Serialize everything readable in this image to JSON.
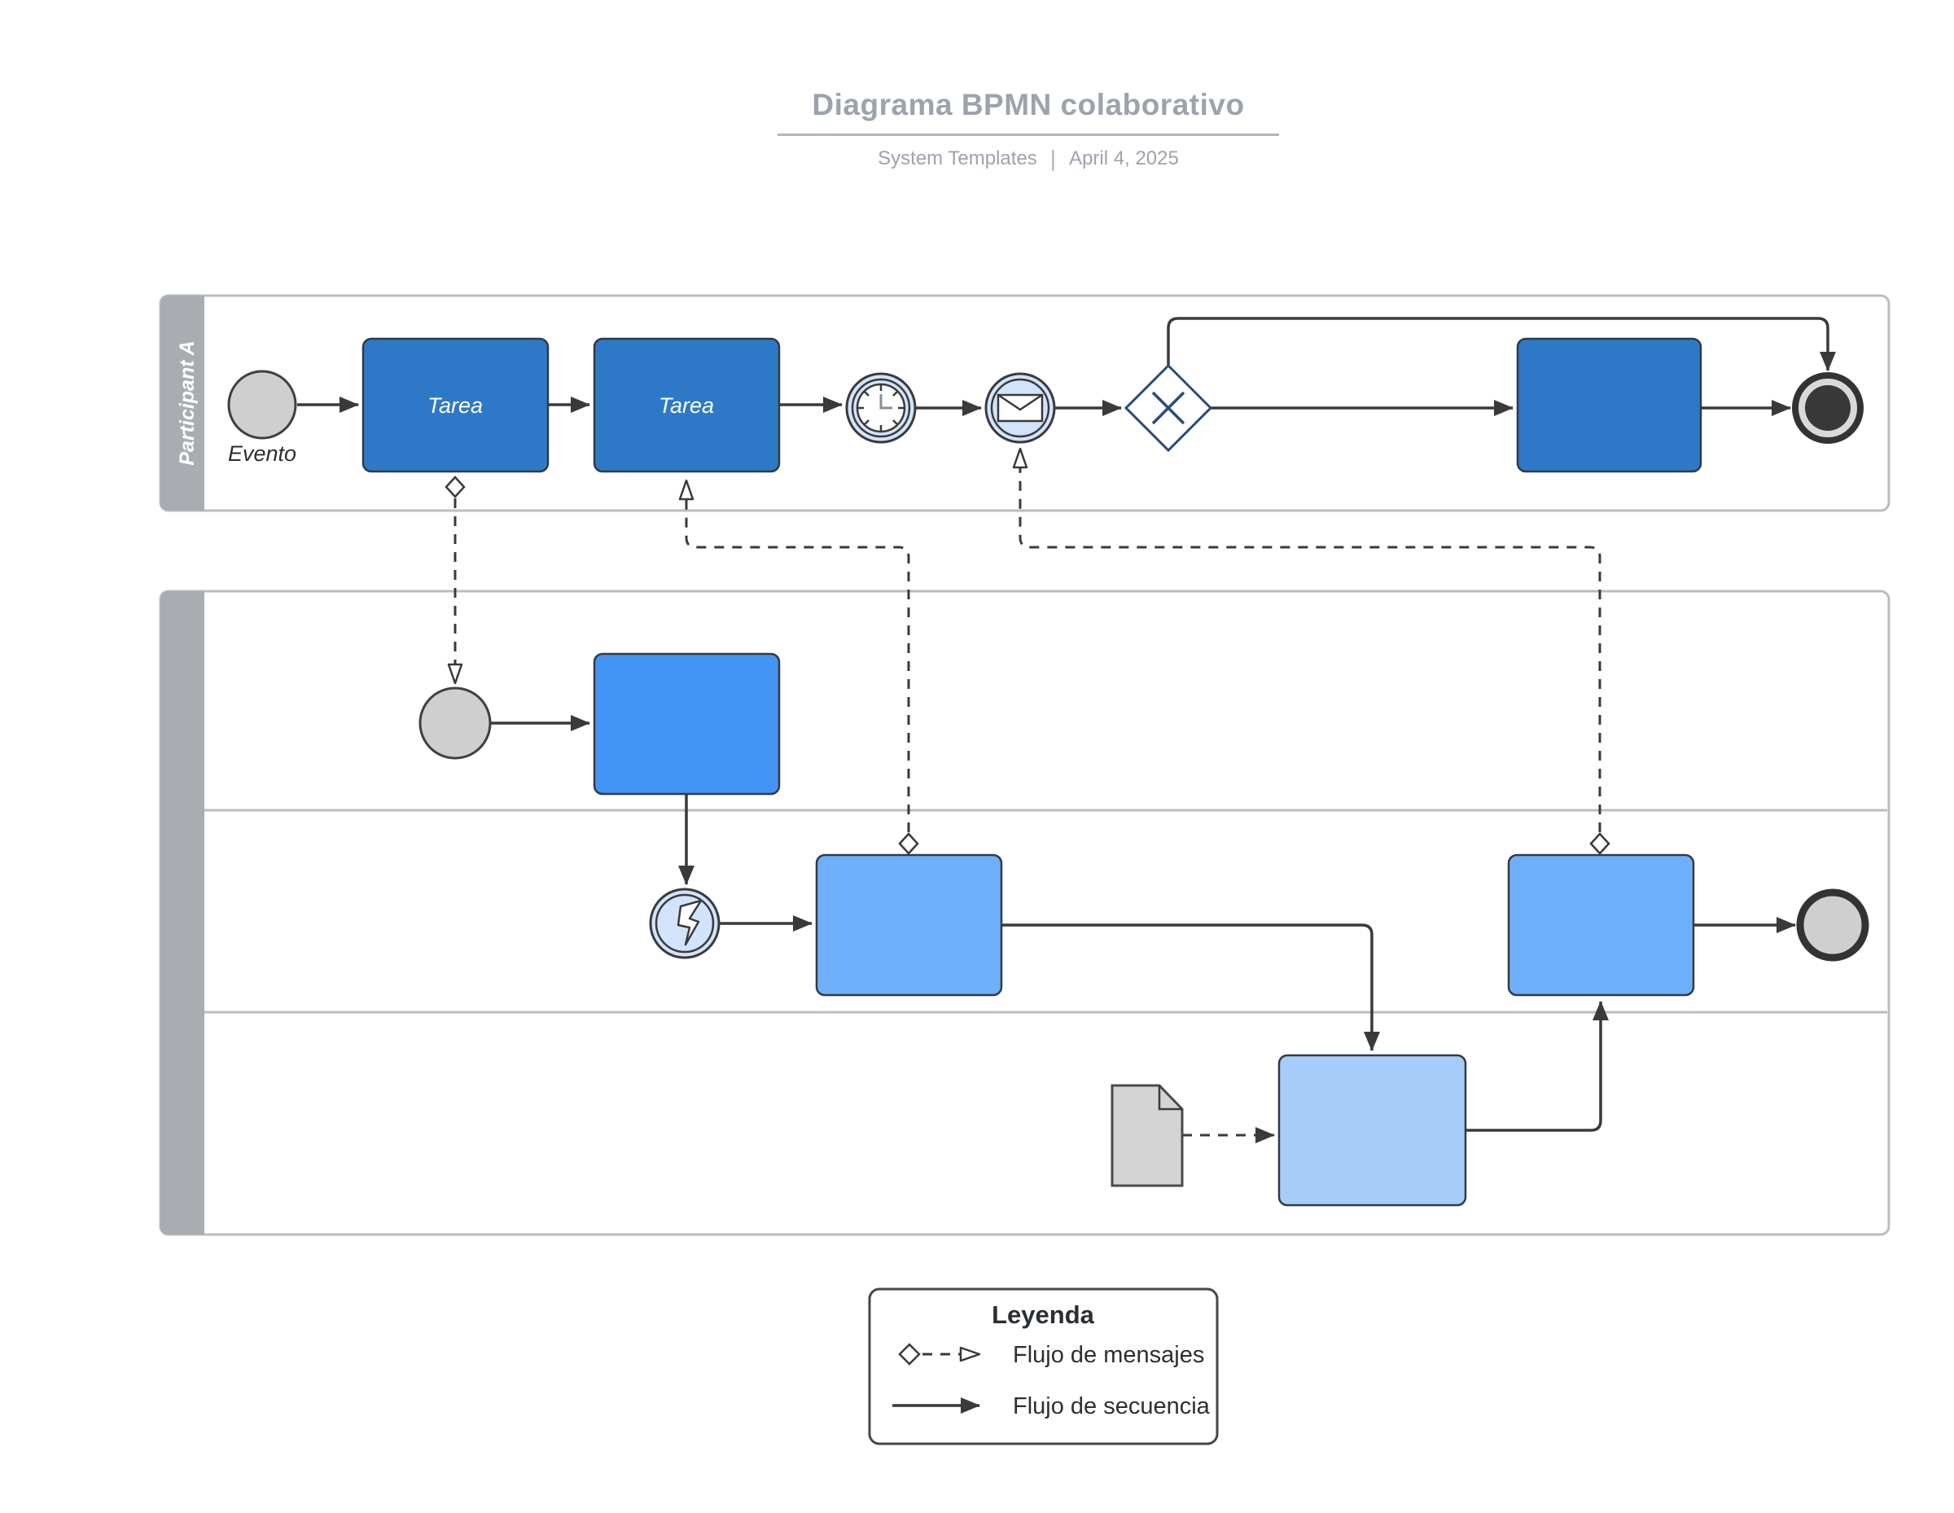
{
  "header": {
    "title": "Diagrama BPMN colaborativo",
    "author": "System Templates",
    "separator": "|",
    "date": "April 4, 2025"
  },
  "pools": {
    "participant_a": {
      "label": "Participant A",
      "start_event_label": "Evento",
      "task1_label": "Tarea",
      "task2_label": "Tarea"
    },
    "participant_b": {
      "label": "",
      "lanes": 3
    }
  },
  "legend": {
    "title": "Leyenda",
    "items": [
      {
        "label": "Flujo de mensajes"
      },
      {
        "label": "Flujo de secuencia"
      }
    ]
  },
  "colors": {
    "task-primary": "#2e78c8",
    "task-bright": "#4494f4",
    "task-mid": "#6eaffa",
    "task-light": "#a6ccf9",
    "event-fill": "#d2e4fb",
    "neutral-fill": "#cfcfcf",
    "pool-border": "#b9bdc2",
    "pool-header": "#a9adb2",
    "line": "#3a3a3a",
    "gateway": "#2a4a7d",
    "muted": "#9ca3ad",
    "ink": "#2b2f33"
  }
}
